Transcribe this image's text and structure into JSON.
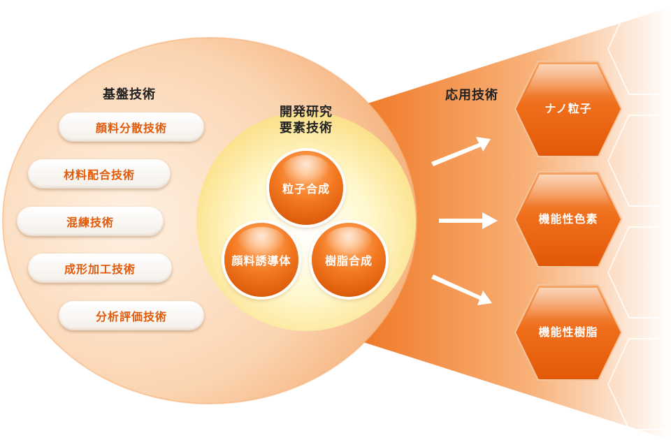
{
  "base_tech": {
    "title": "基盤技術",
    "items": [
      "顔料分散技術",
      "材料配合技術",
      "混練技術",
      "成形加工技術",
      "分析評価技術"
    ]
  },
  "dev_research": {
    "title_line1": "開発研究",
    "title_line2": "要素技術",
    "spheres": [
      "粒子合成",
      "顔料誘導体",
      "樹脂合成"
    ]
  },
  "applied_tech": {
    "title": "応用技術",
    "items": [
      "ナノ粒子",
      "機能性色素",
      "機能性樹脂"
    ]
  },
  "colors": {
    "accent": "#f07a28",
    "deep_orange": "#e05a0a",
    "pale_yellow": "#fff7c8",
    "light_peach": "#fde7d2"
  }
}
